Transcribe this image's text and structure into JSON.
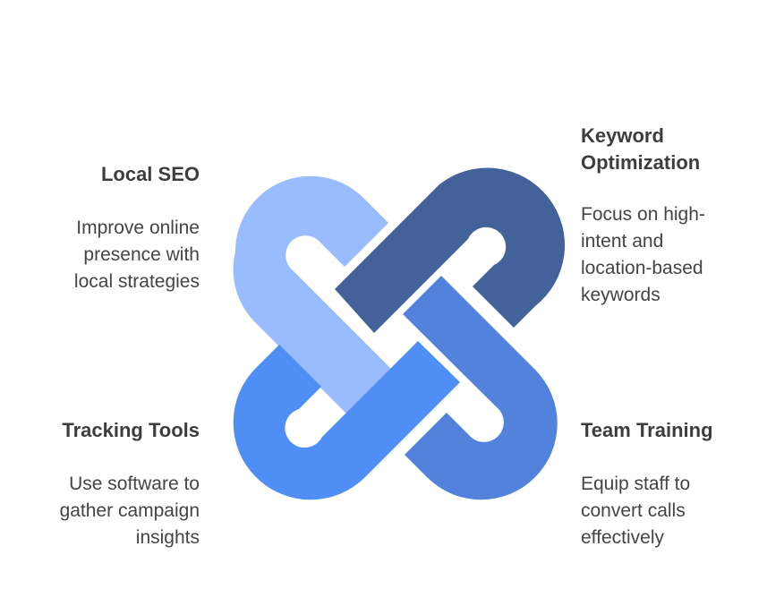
{
  "colors": {
    "local_seo": "#99bcff",
    "keyword_optimization": "#436299",
    "tracking_tools": "#4f8ef5",
    "team_training": "#5282db",
    "text_dark": "#3d3d3d",
    "background": "#ffffff"
  },
  "items": {
    "local_seo": {
      "title": "Local SEO",
      "desc_lines": [
        "Improve online",
        "presence with",
        "local strategies"
      ]
    },
    "keyword_optimization": {
      "title_lines": [
        "Keyword",
        "Optimization"
      ],
      "desc_lines": [
        "Focus on high-",
        "intent and",
        "location-based",
        "keywords"
      ]
    },
    "tracking_tools": {
      "title": "Tracking Tools",
      "desc_lines": [
        "Use software to",
        "gather campaign",
        "insights"
      ]
    },
    "team_training": {
      "title": "Team Training",
      "desc_lines": [
        "Equip staff to",
        "convert calls",
        "effectively"
      ]
    }
  }
}
